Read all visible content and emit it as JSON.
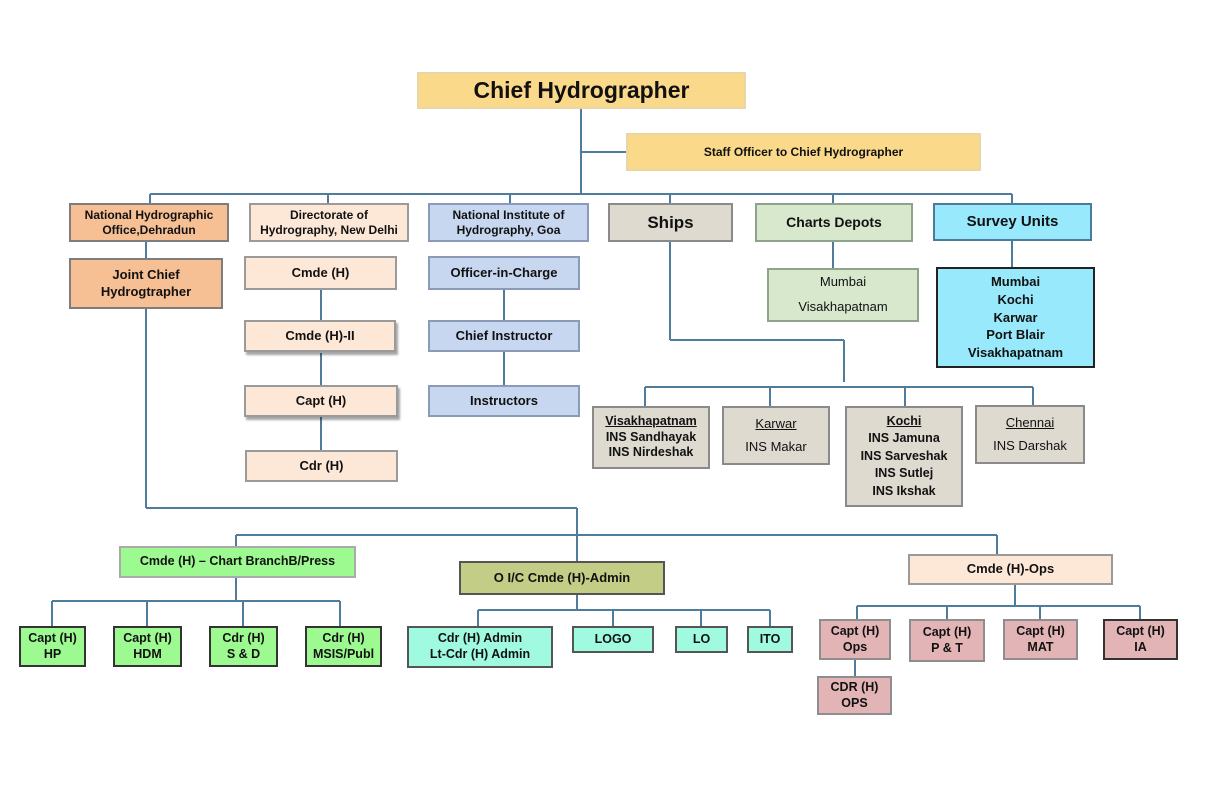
{
  "top": {
    "chief": "Chief Hydrographer",
    "staff_officer": "Staff Officer to Chief Hydrographer"
  },
  "nho": {
    "header_line1": "National Hydrographic",
    "header_line2": "Office,Dehradun",
    "joint_line1": "Joint Chief",
    "joint_line2": "Hydrogtrapher"
  },
  "doh": {
    "header_line1": "Directorate of",
    "header_line2": "Hydrography, New Delhi",
    "posts": [
      "Cmde (H)",
      "Cmde (H)-II",
      "Capt (H)",
      "Cdr (H)"
    ]
  },
  "nih": {
    "header_line1": "National Institute of",
    "header_line2": "Hydrography, Goa",
    "posts": [
      "Officer-in-Charge",
      "Chief Instructor",
      "Instructors"
    ]
  },
  "ships": {
    "header": "Ships",
    "groups": [
      {
        "port": "Visakhapatnam",
        "ships": [
          "INS Sandhayak",
          "INS Nirdeshak"
        ]
      },
      {
        "port": "Karwar",
        "ships": [
          "INS Makar"
        ]
      },
      {
        "port": "Kochi",
        "ships": [
          "INS Jamuna",
          "INS Sarveshak",
          "INS Sutlej",
          "INS Ikshak"
        ]
      },
      {
        "port": "Chennai",
        "ships": [
          "INS Darshak"
        ]
      }
    ]
  },
  "depots": {
    "header": "Charts Depots",
    "locations": [
      "Mumbai",
      "Visakhapatnam"
    ]
  },
  "survey": {
    "header": "Survey Units",
    "locations": [
      "Mumbai",
      "Kochi",
      "Karwar",
      "Port Blair",
      "Visakhapatnam"
    ]
  },
  "chart_branch": {
    "header": "Cmde (H) – Chart BranchB/Press",
    "posts": [
      {
        "line1": "Capt (H)",
        "line2": "HP"
      },
      {
        "line1": "Capt (H)",
        "line2": "HDM"
      },
      {
        "line1": "Cdr (H)",
        "line2": "S & D"
      },
      {
        "line1": "Cdr (H)",
        "line2": "MSIS/Publ"
      }
    ]
  },
  "admin": {
    "header": "O I/C  Cmde (H)-Admin",
    "posts": {
      "admin_line1": "Cdr (H) Admin",
      "admin_line2": "Lt-Cdr (H) Admin",
      "logo": "LOGO",
      "lo": "LO",
      "ito": "ITO"
    }
  },
  "ops": {
    "header": "Cmde (H)-Ops",
    "posts": [
      {
        "line1": "Capt (H)",
        "line2": "Ops"
      },
      {
        "line1": "Capt (H)",
        "line2": "P & T"
      },
      {
        "line1": "Capt (H)",
        "line2": "MAT"
      },
      {
        "line1": "Capt (H)",
        "line2": "IA"
      }
    ],
    "sub": {
      "line1": "CDR (H)",
      "line2": "OPS"
    }
  },
  "colors": {
    "line": "#4f7b9c",
    "chief": "#fbd98a",
    "nho": "#f7bf94",
    "doh": "#fde8d8",
    "nih": "#c7d7ef",
    "ships": "#dedad0",
    "depots": "#d8e8cc",
    "survey": "#98e9fb",
    "chart_branch": "#9dfa91",
    "admin_head": "#c4cd86",
    "admin_posts": "#9ffae0",
    "ops_posts": "#e3b4b5"
  }
}
